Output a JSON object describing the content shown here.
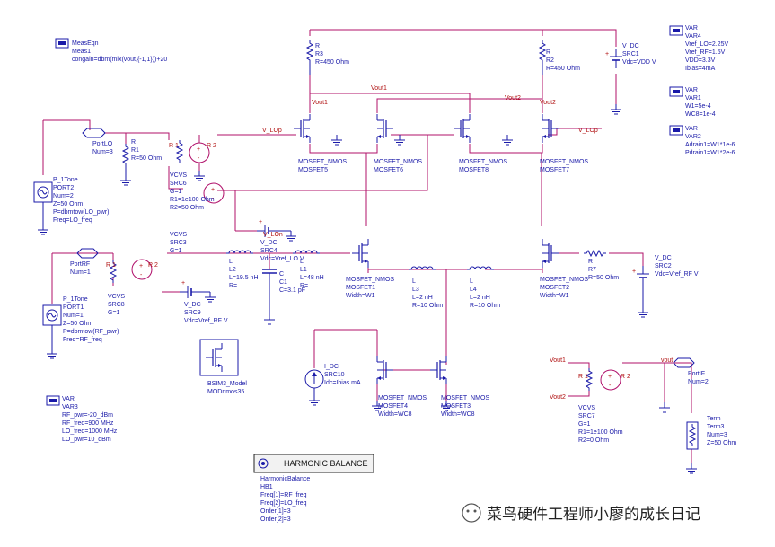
{
  "colors": {
    "wire": "#b0106a",
    "component": "#1a1aa8",
    "ground": "#1a1aa8",
    "label": "#1a1aa8",
    "node_label": "#b01010"
  },
  "meas": {
    "lines": [
      "MeasEqn",
      "Meas1",
      "congain=dbm(mix(vout,{-1,1}))+20"
    ]
  },
  "var4": {
    "lines": [
      "VAR",
      "VAR4",
      "Vref_LO=2.25V",
      "Vref_RF=1.5V",
      "VDD=3.3V",
      "Ibias=4mA"
    ]
  },
  "var1": {
    "lines": [
      "VAR",
      "VAR1",
      "W1=5e-4",
      "WC8=1e-4"
    ]
  },
  "var2": {
    "lines": [
      "VAR",
      "VAR2",
      "Adrain1=W1*1e-6",
      "Pdrain1=W1*2e-6"
    ]
  },
  "var3": {
    "lines": [
      "VAR",
      "VAR3",
      "RF_pwr=-20_dBm",
      "RF_freq=900 MHz",
      "LO_freq=1000 MHz",
      "LO_pwr=10_dBm"
    ]
  },
  "r3": {
    "lines": [
      "R",
      "R3",
      "R=450 Ohm"
    ]
  },
  "r2": {
    "lines": [
      "R",
      "R2",
      "R=450 Ohm"
    ]
  },
  "r1": {
    "lines": [
      "R",
      "R1",
      "R=50 Ohm"
    ]
  },
  "r7": {
    "lines": [
      "R",
      "R7",
      "R=50 Ohm"
    ]
  },
  "src1": {
    "lines": [
      "V_DC",
      "SRC1",
      "Vdc=VDD V"
    ]
  },
  "src2": {
    "lines": [
      "V_DC",
      "SRC2",
      "Vdc=Vref_RF V"
    ]
  },
  "src4": {
    "lines": [
      "V_DC",
      "SRC4",
      "Vdc=Vref_LO V"
    ]
  },
  "src9": {
    "lines": [
      "V_DC",
      "SRC9",
      "Vdc=Vref_RF V"
    ]
  },
  "src6": {
    "lines": [
      "VCVS",
      "SRC6",
      "G=1",
      "R1=1e100 Ohm",
      "R2=50 Ohm"
    ]
  },
  "src3": {
    "lines": [
      "VCVS",
      "SRC3",
      "G=1"
    ]
  },
  "src8": {
    "lines": [
      "VCVS",
      "SRC8",
      "G=1"
    ]
  },
  "src7": {
    "lines": [
      "VCVS",
      "SRC7",
      "G=1",
      "R1=1e100 Ohm",
      "R2=0 Ohm"
    ]
  },
  "src10": {
    "lines": [
      "I_DC",
      "SRC10",
      "Idc=Ibias mA"
    ]
  },
  "port2": {
    "lines": [
      "P_1Tone",
      "PORT2",
      "Num=2",
      "Z=50 Ohm",
      "P=dbmtow(LO_pwr)",
      "Freq=LO_freq"
    ]
  },
  "port1": {
    "lines": [
      "P_1Tone",
      "PORT1",
      "Num=1",
      "Z=50 Ohm",
      "P=dbmtow(RF_pwr)",
      "Freq=RF_freq"
    ]
  },
  "portlo": {
    "lines": [
      "PortLO",
      "Num=3"
    ]
  },
  "portrf": {
    "lines": [
      "PortRF",
      "Num=1"
    ]
  },
  "portif": {
    "lines": [
      "PortIF",
      "Num=2"
    ]
  },
  "term3": {
    "lines": [
      "Term",
      "Term3",
      "Num=3",
      "Z=50 Ohm"
    ]
  },
  "l2": {
    "lines": [
      "L",
      "L2",
      "L=19.5 nH",
      "R="
    ]
  },
  "l1": {
    "lines": [
      "L",
      "L1",
      "L=48 nH",
      "R="
    ]
  },
  "l3": {
    "lines": [
      "L",
      "L3",
      "L=2 nH",
      "R=10 Ohm"
    ]
  },
  "l4": {
    "lines": [
      "L",
      "L4",
      "L=2 nH",
      "R=10 Ohm"
    ]
  },
  "c1": {
    "lines": [
      "C",
      "C1",
      "C=3.1 pF"
    ]
  },
  "mosfet5": {
    "lines": [
      "MOSFET_NMOS",
      "MOSFET5"
    ]
  },
  "mosfet6": {
    "lines": [
      "MOSFET_NMOS",
      "MOSFET6"
    ]
  },
  "mosfet8": {
    "lines": [
      "MOSFET_NMOS",
      "MOSFET8"
    ]
  },
  "mosfet7": {
    "lines": [
      "MOSFET_NMOS",
      "MOSFET7"
    ]
  },
  "mosfet1": {
    "lines": [
      "MOSFET_NMOS",
      "MOSFET1",
      "Width=W1"
    ]
  },
  "mosfet2": {
    "lines": [
      "MOSFET_NMOS",
      "MOSFET2",
      "Width=W1"
    ]
  },
  "mosfet4": {
    "lines": [
      "MOSFET_NMOS",
      "MOSFET4",
      "Width=WC8"
    ]
  },
  "mosfet3": {
    "lines": [
      "MOSFET_NMOS",
      "MOSFET3",
      "Width=WC8"
    ]
  },
  "bsim": {
    "lines": [
      "BSIM3_Model",
      "MODnmos35"
    ]
  },
  "hb": {
    "title": "HARMONIC BALANCE",
    "lines": [
      "HarmonicBalance",
      "HB1",
      "Freq[1]=RF_freq",
      "Freq[2]=LO_freq",
      "Order[1]=3",
      "Order[2]=3"
    ]
  },
  "nodes": {
    "vout1_a": "Vout1",
    "vout1_b": "Vout1",
    "vout2_a": "Vout2",
    "vout2_b": "Vout2",
    "vout1_c": "Vout1",
    "vout2_c": "Vout2",
    "vout": "vout",
    "v_lop_a": "V_LOp",
    "v_lop_b": "V_LOp",
    "v_lon": "V_LOn"
  },
  "pins": {
    "r1": "R 1",
    "r2": "R 2"
  },
  "watermark": "菜鸟硬件工程师小廖的成长日记"
}
